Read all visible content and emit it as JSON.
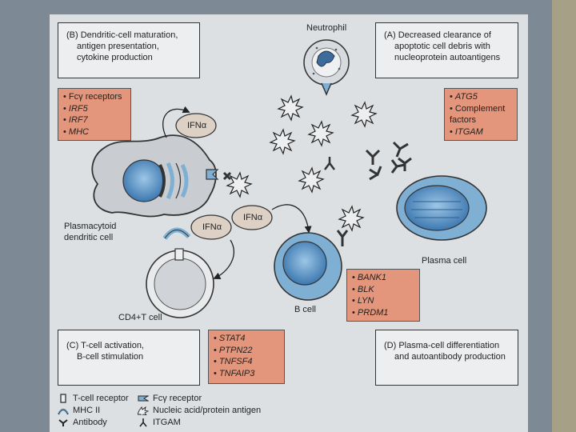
{
  "panels": {
    "B": {
      "line1": "(B) Dendritic-cell maturation,",
      "line2": "antigen presentation,",
      "line3": "cytokine production"
    },
    "A": {
      "line1": "(A) Decreased clearance of",
      "line2": "apoptotic cell debris with",
      "line3": "nucleoprotein autoantigens"
    },
    "C": {
      "line1": "(C) T-cell activation,",
      "line2": "B-cell stimulation"
    },
    "D": {
      "line1": "(D) Plasma-cell differentiation",
      "line2": "and autoantibody production"
    }
  },
  "gene_boxes": {
    "B": [
      "Fcγ receptors",
      "IRF5",
      "IRF7",
      "MHC"
    ],
    "A": [
      "ATG5",
      "Complement factors",
      "ITGAM"
    ],
    "Bcell": [
      "BANK1",
      "BLK",
      "LYN",
      "PRDM1"
    ],
    "C": [
      "STAT4",
      "PTPN22",
      "TNFSF4",
      "TNFAIP3"
    ]
  },
  "labels": {
    "neutrophil": "Neutrophil",
    "ifn_top": "IFNα",
    "ifn_left": "IFNα",
    "ifn_mid": "IFNα",
    "pdc_line1": "Plasmacytoid",
    "pdc_line2": "dendritic cell",
    "cd4": "CD4+T cell",
    "bcell": "B cell",
    "plasma": "Plasma cell"
  },
  "legend": [
    {
      "icon": "t-cell-receptor-icon",
      "label": "T-cell receptor"
    },
    {
      "icon": "mhc-ii-icon",
      "label": "MHC II"
    },
    {
      "icon": "antibody-icon",
      "label": "Antibody"
    },
    {
      "icon": "fc-receptor-icon",
      "label": "Fcγ receptor"
    },
    {
      "icon": "nucleic-acid-icon",
      "label": "Nucleic acid/protein antigen"
    },
    {
      "icon": "itgam-icon",
      "label": "ITGAM"
    }
  ],
  "colors": {
    "panel_bg": "#eceeef",
    "gene_box": "#e3967b",
    "cell_blue": "#7fb0d4",
    "cell_grey": "#c9cdd1",
    "frame": "#7d8a95"
  }
}
